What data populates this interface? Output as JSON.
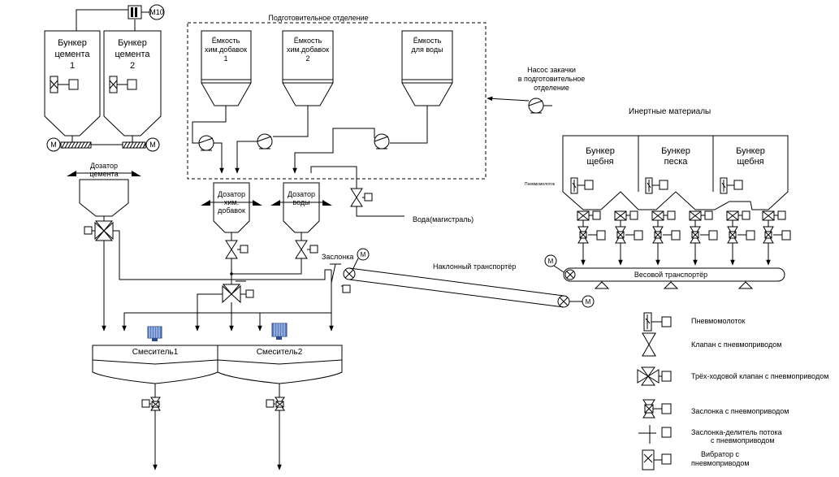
{
  "labels": {
    "cement_bunker_1": [
      "Бункер",
      "цемента",
      "1"
    ],
    "cement_bunker_2": [
      "Бункер",
      "цемента",
      "2"
    ],
    "motor_m10": "М10",
    "motor_m": "М",
    "prep_section": "Подготовительное отделение",
    "tank_chem_1": [
      "Ёмкость",
      "хим.добавок",
      "1"
    ],
    "tank_chem_2": [
      "Ёмкость",
      "хим.добавок",
      "2"
    ],
    "tank_water": [
      "Ёмкость",
      "для воды"
    ],
    "pump_title": [
      "Насос закачки",
      "в подготовительное",
      "отделение"
    ],
    "inert_materials": "Инертные материалы",
    "bunker_crushed_1": [
      "Бункер",
      "щебня"
    ],
    "bunker_sand": [
      "Бункер",
      "песка"
    ],
    "bunker_crushed_2": [
      "Бункер",
      "щебня"
    ],
    "pneumohammer_small": "Пневмомолоток",
    "dosing_cement": [
      "Дозатор",
      "цемента"
    ],
    "dosing_chem": [
      "Дозатор",
      "хим.",
      "добавок"
    ],
    "dosing_water": [
      "Дозатор",
      "воды"
    ],
    "water_mains": "Вода(магистраль)",
    "damper": "Заслонка",
    "inclined_conveyor": "Наклонный транспортёр",
    "weighing_conveyor": "Весовой транспортёр",
    "mixer_1": "Смеситель1",
    "mixer_2": "Смеситель2"
  },
  "legend": [
    {
      "icon": "pneumohammer-icon",
      "text": [
        "Пневмомолоток"
      ]
    },
    {
      "icon": "pneumo-valve-icon",
      "text": [
        "Клапан с пневмоприводом"
      ]
    },
    {
      "icon": "three-way-valve-icon",
      "text": [
        "Трёх-ходовой клапан с пневмоприводом"
      ]
    },
    {
      "icon": "pneumo-damper-icon",
      "text": [
        "Заслонка с пневмоприводом"
      ]
    },
    {
      "icon": "flow-divider-icon",
      "text": [
        "Заслонка-делитель потока",
        "с пневмоприводом"
      ]
    },
    {
      "icon": "vibrator-icon",
      "text": [
        "Вибратор с",
        "пневмоприводом"
      ]
    }
  ]
}
